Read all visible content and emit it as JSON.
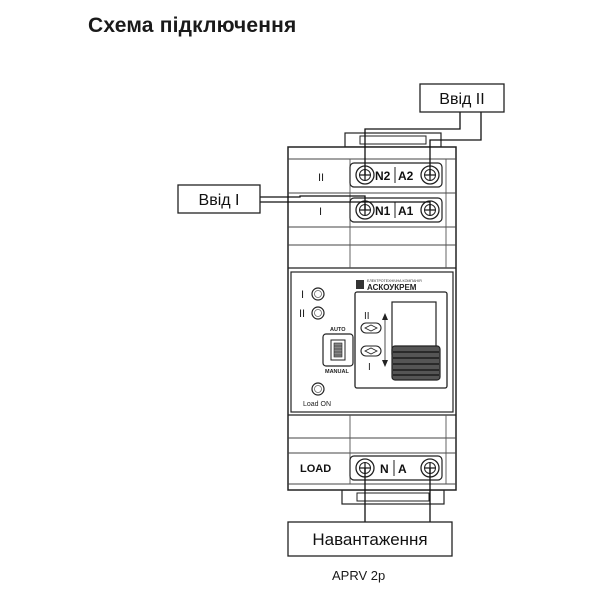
{
  "title": "Схема підключення",
  "inputs": {
    "input_1": "Ввід I",
    "input_2": "Ввід II",
    "load": "Навантаження"
  },
  "terminals": {
    "row2_label": "II",
    "row2_n": "N2",
    "row2_a": "A2",
    "row1_label": "I",
    "row1_n": "N1",
    "row1_a": "A1",
    "load_label": "LOAD",
    "load_n": "N",
    "load_a": "A"
  },
  "front_panel": {
    "brand_small": "ЕЛЕКТРОТЕХНІЧНА КОМПАНІЯ",
    "brand": "АСКОУКРЕМ",
    "led_1": "I",
    "led_2": "II",
    "mode_auto": "AUTO",
    "mode_manual": "MANUAL",
    "load_on": "Load ON",
    "switch_2": "II",
    "switch_1": "I"
  },
  "model": "APRV 2p"
}
